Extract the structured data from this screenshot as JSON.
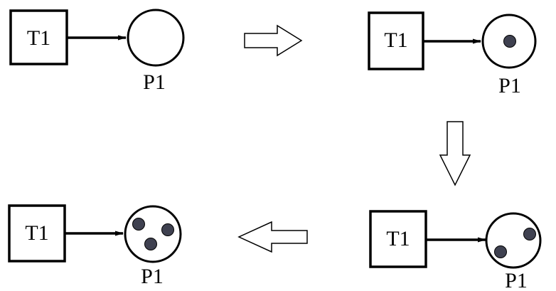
{
  "states": [
    {
      "transition_label": "T1",
      "place_label": "P1",
      "tokens": 0
    },
    {
      "transition_label": "T1",
      "place_label": "P1",
      "tokens": 1
    },
    {
      "transition_label": "T1",
      "place_label": "P1",
      "tokens": 2
    },
    {
      "transition_label": "T1",
      "place_label": "P1",
      "tokens": 3
    }
  ],
  "colors": {
    "stroke": "#000000",
    "token": "#3f4150",
    "arrow_fill": "#ffffff"
  }
}
